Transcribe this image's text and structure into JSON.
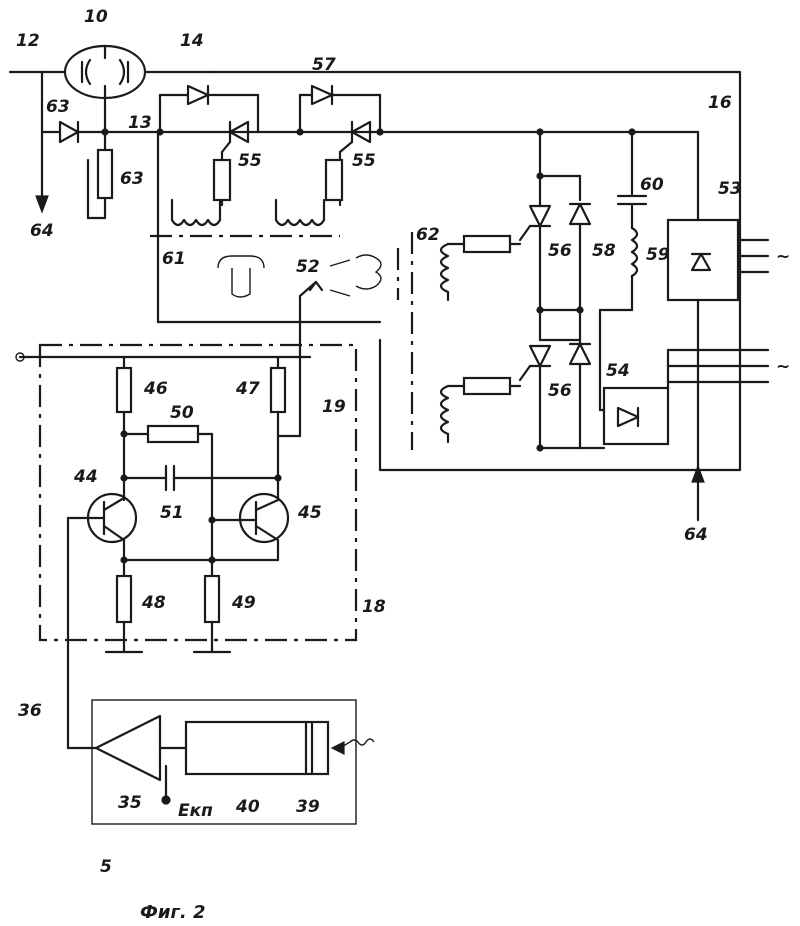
{
  "figure": {
    "caption": "Фиг. 2",
    "labels": {
      "n5": "5",
      "n10": "10",
      "n12": "12",
      "n13": "13",
      "n14": "14",
      "n16": "16",
      "n18": "18",
      "n19": "19",
      "n35": "35",
      "n36": "36",
      "n39": "39",
      "n40": "40",
      "n44": "44",
      "n45": "45",
      "n46": "46",
      "n47": "47",
      "n48": "48",
      "n49": "49",
      "n50": "50",
      "n51": "51",
      "n52": "52",
      "n53": "53",
      "n54": "54",
      "n55a": "55",
      "n55b": "55",
      "n56a": "56",
      "n56b": "56",
      "n57": "57",
      "n58": "58",
      "n59": "59",
      "n60": "60",
      "n61": "61",
      "n62": "62",
      "n63a": "63",
      "n63b": "63",
      "n64a": "64",
      "n64b": "64",
      "ekp": "Eкп",
      "tilde1": "~",
      "tilde2": "~"
    }
  }
}
